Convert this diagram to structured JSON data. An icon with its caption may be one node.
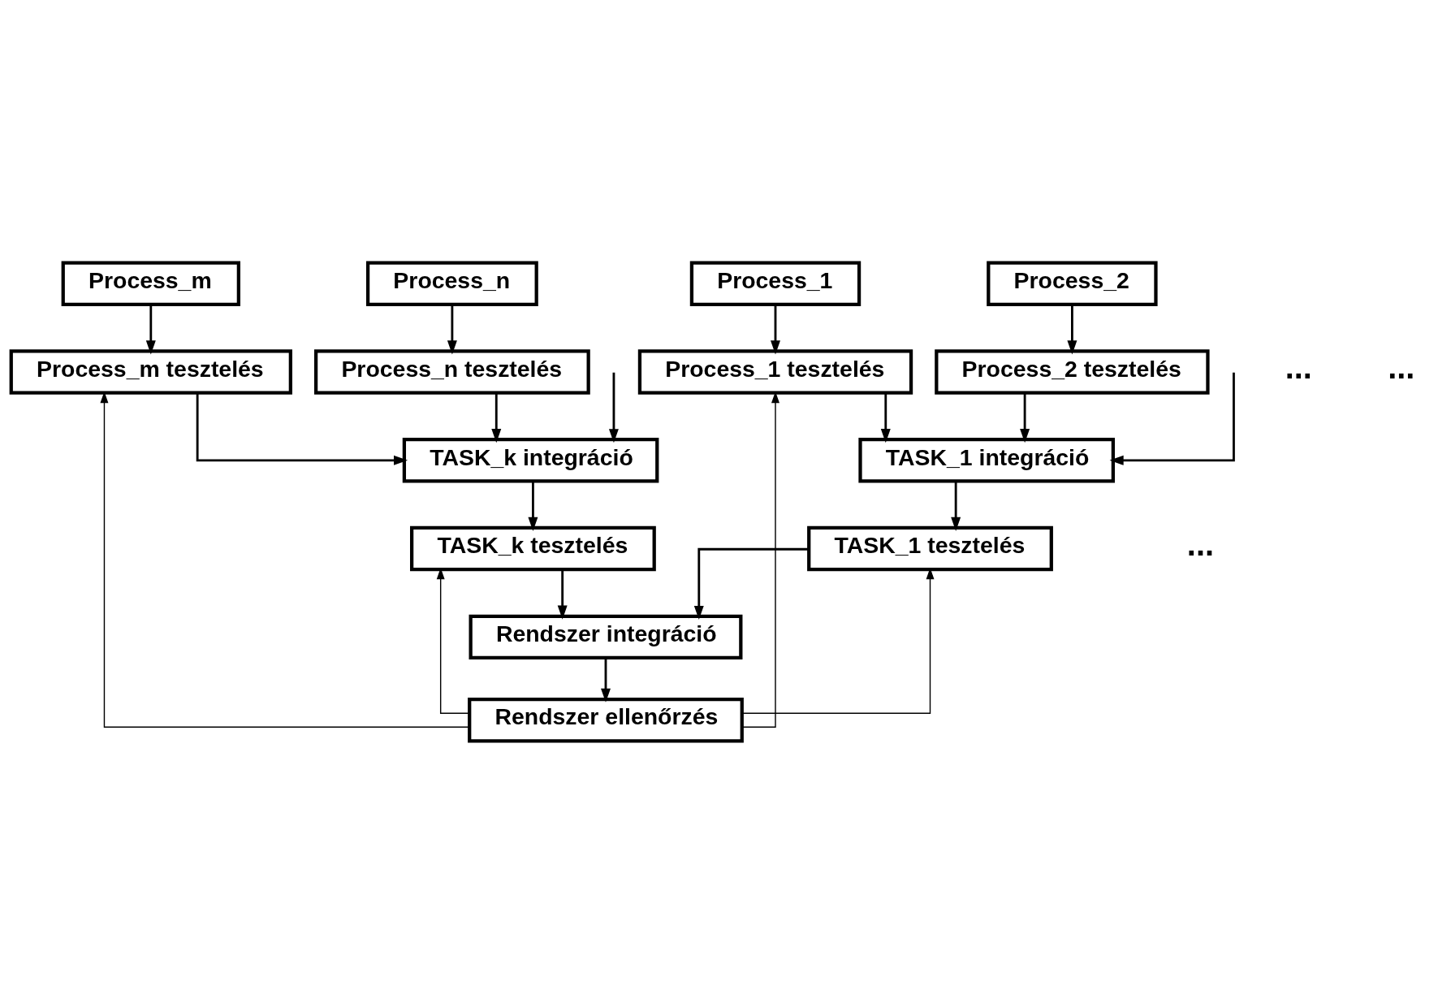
{
  "diagram": {
    "nodes": [
      {
        "text": [
          "Process_1"
        ]
      },
      {
        "text": [
          "Process_2"
        ]
      },
      {
        "text": [
          "Process_n"
        ]
      },
      {
        "text": [
          "Process_m"
        ]
      },
      {
        "text": [
          "Process_1 tesztelés"
        ]
      },
      {
        "text": [
          "Process_2 tesztelés"
        ]
      },
      {
        "text": [
          "Process_n tesztelés"
        ]
      },
      {
        "text": [
          "Process_m tesztelés"
        ]
      },
      {
        "text": [
          "TASK_1 integráció"
        ]
      },
      {
        "text": [
          "TASK_k integráció"
        ]
      },
      {
        "text": [
          "TASK_1 tesztelés"
        ]
      },
      {
        "text": [
          "TASK_k tesztelés"
        ]
      },
      {
        "text": [
          "Rendszer integráció"
        ]
      },
      {
        "text": [
          "Rendszer ellenőrzés"
        ]
      }
    ],
    "edges": [
      {
        "from": 0,
        "to": 4,
        "arrow": "to"
      },
      {
        "from": 1,
        "to": 5,
        "arrow": "to"
      },
      {
        "from": 2,
        "to": 6,
        "arrow": "to"
      },
      {
        "from": 3,
        "to": 7,
        "arrow": "to"
      },
      {
        "from": 4,
        "to": 8,
        "arrow": "to"
      },
      {
        "from": 5,
        "to": 8,
        "arrow": "to"
      },
      {
        "from": null,
        "to": 8,
        "arrow": "to"
      },
      {
        "from": null,
        "to": 9,
        "arrow": "to"
      },
      {
        "from": 6,
        "to": 9,
        "arrow": "to"
      },
      {
        "from": 7,
        "to": 9,
        "arrow": "to"
      },
      {
        "from": 8,
        "to": 10,
        "arrow": "to"
      },
      {
        "from": 9,
        "to": 11,
        "arrow": "to"
      },
      {
        "from": 10,
        "to": 12,
        "arrow": "to"
      },
      {
        "from": 11,
        "to": 12,
        "arrow": "to"
      },
      {
        "from": 12,
        "to": 13,
        "arrow": "to"
      },
      {
        "from": 13,
        "to": 10,
        "arrow": "to"
      },
      {
        "from": 13,
        "to": 11,
        "arrow": "to"
      },
      {
        "from": 13,
        "to": 4,
        "arrow": "to"
      },
      {
        "from": 13,
        "to": 7,
        "arrow": "to"
      }
    ],
    "labels": [
      "...",
      "...",
      "..."
    ]
  }
}
